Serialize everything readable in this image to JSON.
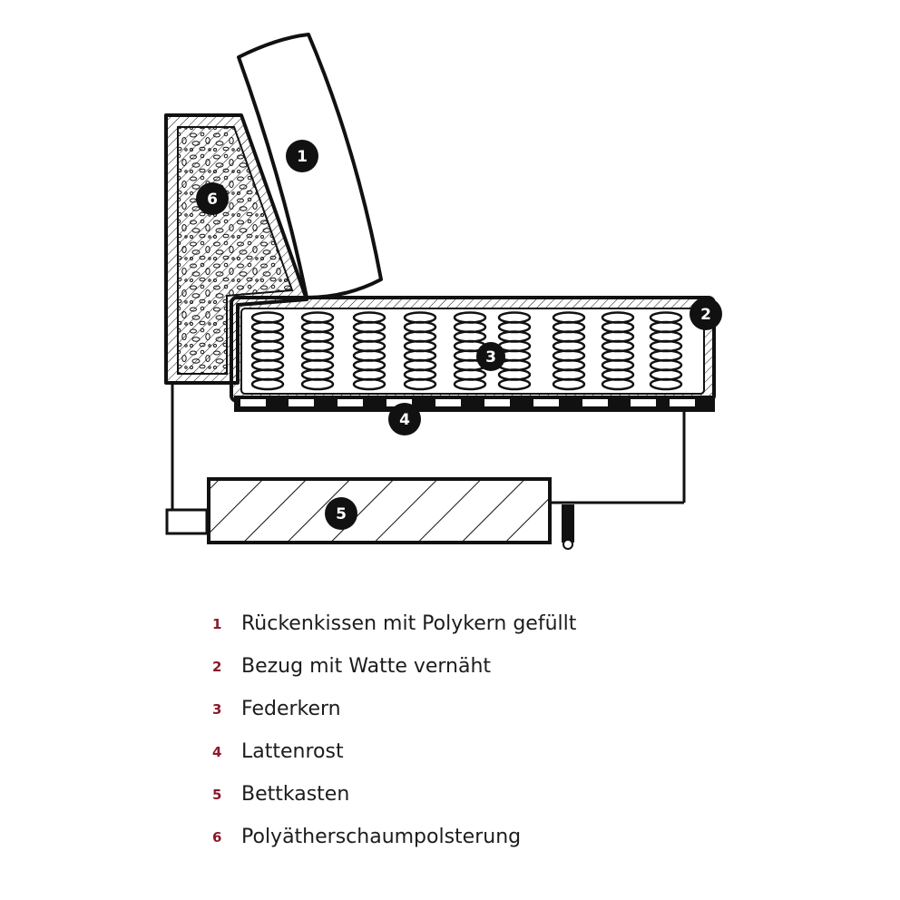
{
  "legend": {
    "accent_color": "#8b1a2b",
    "items": [
      {
        "number": "1",
        "text": "Rückenkissen mit Polykern gefüllt"
      },
      {
        "number": "2",
        "text": "Bezug mit Watte vernäht"
      },
      {
        "number": "3",
        "text": "Federkern"
      },
      {
        "number": "4",
        "text": "Lattenrost"
      },
      {
        "number": "5",
        "text": "Bettkasten"
      },
      {
        "number": "6",
        "text": "Polyätherschaumpolsterung"
      }
    ]
  }
}
